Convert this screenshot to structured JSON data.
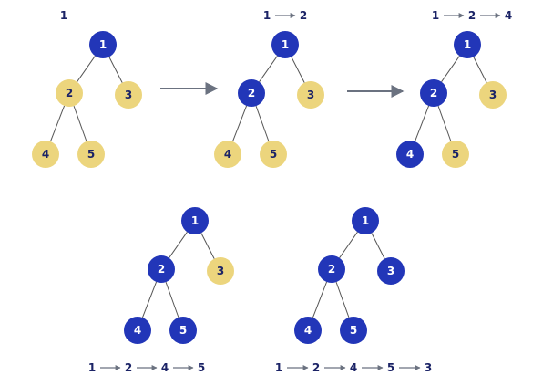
{
  "colors": {
    "visited": "#2236b8",
    "unvisited": "#ecd57d",
    "visited_text": "#ffffff",
    "unvisited_text": "#1b2366",
    "edge": "#555555",
    "arrow": "#6b7280",
    "sequence_text": "#1b2366",
    "sequence_arrow": "#6b7280"
  },
  "tree": {
    "nodes": [
      "1",
      "2",
      "3",
      "4",
      "5"
    ],
    "edges": [
      [
        "1",
        "2"
      ],
      [
        "1",
        "3"
      ],
      [
        "2",
        "4"
      ],
      [
        "2",
        "5"
      ]
    ]
  },
  "panels": [
    {
      "sequence": [
        "1"
      ],
      "visited": [
        "1"
      ]
    },
    {
      "sequence": [
        "1",
        "2"
      ],
      "visited": [
        "1",
        "2"
      ]
    },
    {
      "sequence": [
        "1",
        "2",
        "4"
      ],
      "visited": [
        "1",
        "2",
        "4"
      ]
    },
    {
      "sequence": [
        "1",
        "2",
        "4",
        "5"
      ],
      "visited": [
        "1",
        "2",
        "4",
        "5"
      ]
    },
    {
      "sequence": [
        "1",
        "2",
        "4",
        "5",
        "3"
      ],
      "visited": [
        "1",
        "2",
        "4",
        "5",
        "3"
      ]
    }
  ],
  "transition_arrows": 2
}
